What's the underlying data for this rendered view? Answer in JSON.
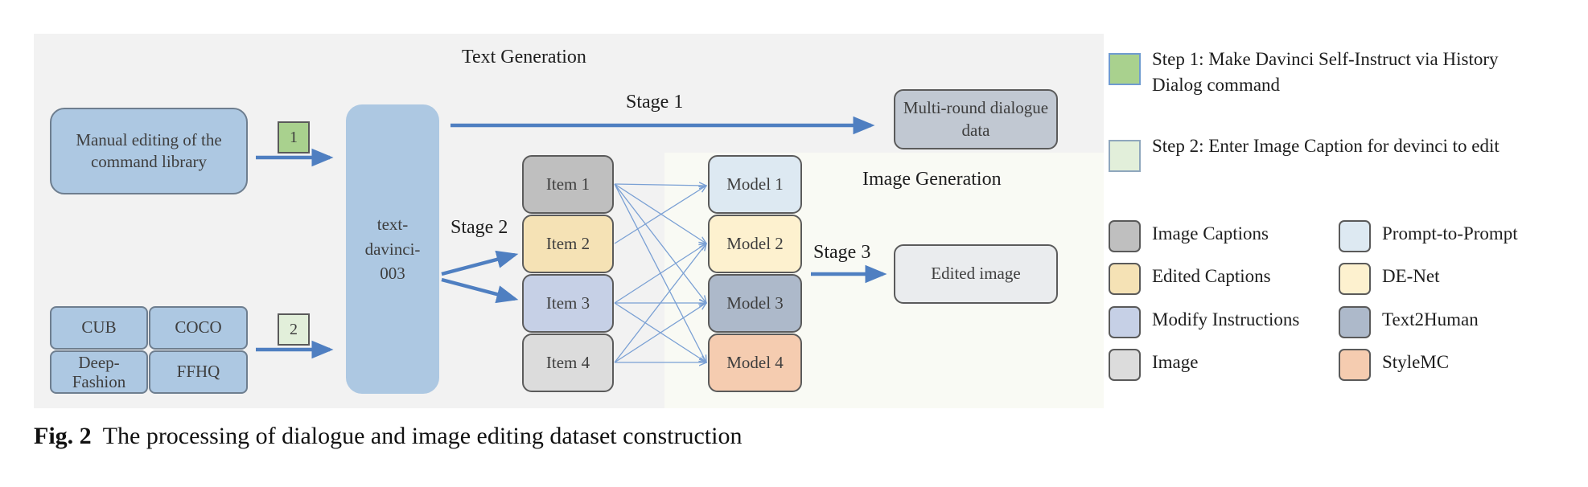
{
  "diagram": {
    "titles": {
      "text_generation": "Text Generation",
      "image_generation": "Image Generation"
    },
    "stages": {
      "stage1": "Stage 1",
      "stage2": "Stage 2",
      "stage3": "Stage 3"
    },
    "manual_editing": "Manual editing of the command library",
    "datasets": {
      "cub": "CUB",
      "coco": "COCO",
      "deepfashion": "Deep-Fashion",
      "ffhq": "FFHQ"
    },
    "step_badges": {
      "one": "1",
      "two": "2"
    },
    "llm": "text-davinci-003",
    "multi_round": "Multi-round dialogue data",
    "items": [
      "Item 1",
      "Item 2",
      "Item 3",
      "Item 4"
    ],
    "models": [
      "Model 1",
      "Model 2",
      "Model 3",
      "Model 4"
    ],
    "edited_image": "Edited image"
  },
  "legend": {
    "step1": "Step 1: Make Davinci Self-Instruct via History Dialog command",
    "step2": "Step 2: Enter Image Caption for devinci to edit",
    "left": [
      "Image Captions",
      "Edited Captions",
      "Modify Instructions",
      "Image"
    ],
    "right": [
      "Prompt-to-Prompt",
      "DE-Net",
      "Text2Human",
      "StyleMC"
    ]
  },
  "colors": {
    "step1": "#a9d18e",
    "step2": "#e2efda",
    "image_captions": "#bfbfbf",
    "edited_captions": "#f5e2b5",
    "modify_instructions": "#c6d0e6",
    "image": "#dcdcdc",
    "prompt_to_prompt": "#dde9f2",
    "de_net": "#fdf1cf",
    "text2human": "#adb9ca",
    "stylemc": "#f5ccb0"
  },
  "caption": {
    "label": "Fig. 2",
    "text": "The processing of dialogue and image editing dataset construction"
  }
}
